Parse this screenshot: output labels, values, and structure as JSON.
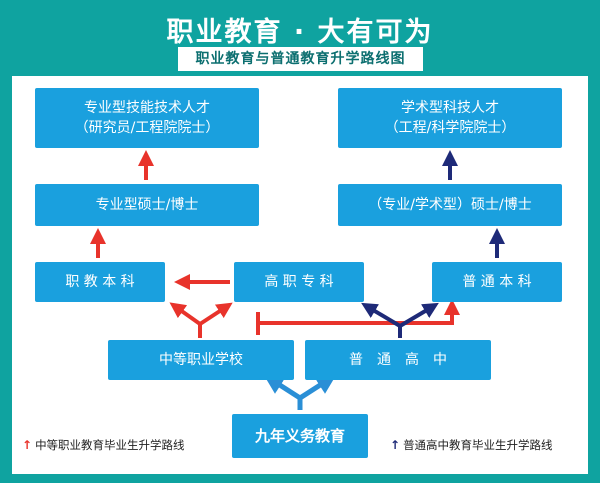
{
  "header": {
    "title": "职业教育 · 大有可为",
    "subtitle": "职业教育与普通教育升学路线图"
  },
  "boxes": {
    "pro_talent": {
      "line1": "专业型技能技术人才",
      "line2": "（研究员/工程院院士）"
    },
    "academic_talent": {
      "line1": "学术型科技人才",
      "line2": "（工程/科学院院士）"
    },
    "pro_master": {
      "label": "专业型硕士/博士"
    },
    "academic_master": {
      "label": "（专业/学术型）硕士/博士"
    },
    "voc_undergrad": {
      "label": "职 教 本 科"
    },
    "higher_voc": {
      "label": "高 职 专 科"
    },
    "general_undergrad": {
      "label": "普 通 本 科"
    },
    "secondary_voc": {
      "label": "中等职业学校"
    },
    "high_school": {
      "label": "普　通　高　中"
    },
    "compulsory": {
      "label": "九年义务教育"
    }
  },
  "legend": {
    "red_label": "中等职业教育毕业生升学路线",
    "blue_label": "普通高中教育毕业生升学路线"
  },
  "colors": {
    "background": "#0fa3a0",
    "box": "#1aa0de",
    "red_route": "#e8332b",
    "navy_route": "#1e2a78",
    "light_blue_route": "#2a8fd6"
  },
  "icons": {
    "red_arrow": "up-arrow-red",
    "blue_arrow": "up-arrow-navy"
  }
}
